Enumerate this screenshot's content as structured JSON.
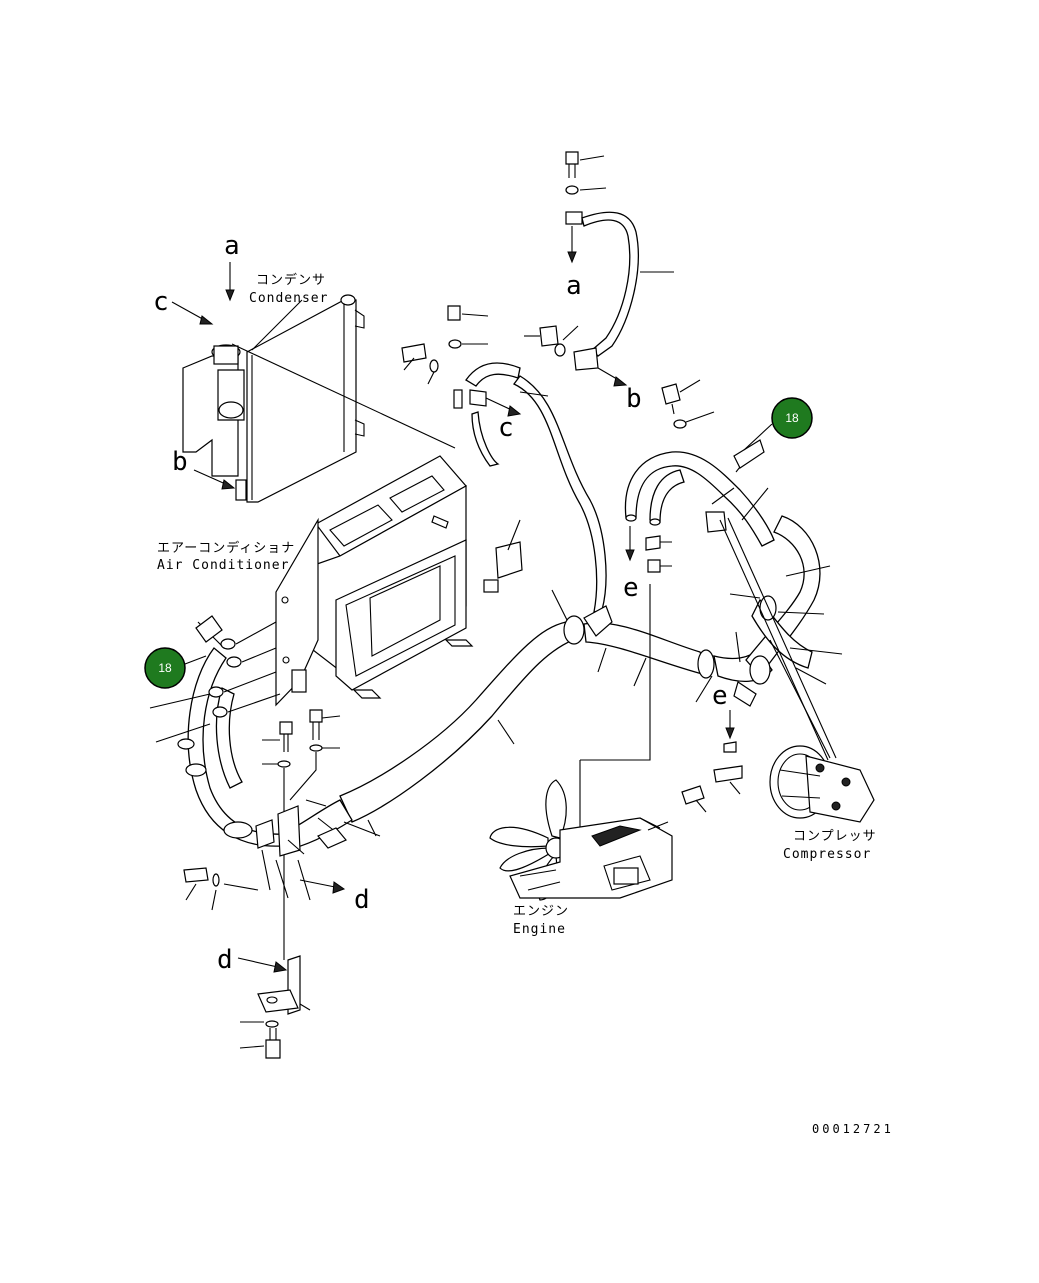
{
  "labels": {
    "condenser_jp": "コンデンサ",
    "condenser_en": "Condenser",
    "aircon_jp": "エアーコンディショナ",
    "aircon_en": "Air Conditioner",
    "compressor_jp": "コンプレッサ",
    "compressor_en": "Compressor",
    "engine_jp": "エンジン",
    "engine_en": "Engine"
  },
  "refs": {
    "a_top": "a",
    "a_mid": "a",
    "b_cond": "b",
    "b_right": "b",
    "c_cond": "c",
    "c_hose": "c",
    "d_right": "d",
    "d_bottom": "d",
    "e_top": "e",
    "e_mid": "e"
  },
  "badges": [
    {
      "label": "18",
      "color": "#1f7a1f"
    },
    {
      "label": "18",
      "color": "#1f7a1f"
    }
  ],
  "drawing_number": "00012721"
}
